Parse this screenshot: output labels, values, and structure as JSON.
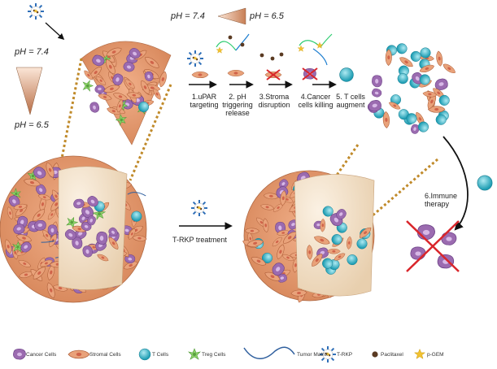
{
  "ph_top": {
    "left": "pH = 7.4",
    "right": "pH = 6.5"
  },
  "ph_side": {
    "top": "pH = 7.4",
    "bottom": "pH = 6.5"
  },
  "steps": [
    {
      "label": "1.uPAR\ntargeting"
    },
    {
      "label": "2. pH\ntriggering\nrelease"
    },
    {
      "label": "3.Stroma\ndisruption"
    },
    {
      "label": "4.Cancer\ncells killing"
    },
    {
      "label": "5. T cells\naugment"
    }
  ],
  "treatment_label": "T-RKP treatment",
  "immune_label": "6.Immune\ntherapy",
  "legend": [
    {
      "label": "Cancer Cells",
      "icon": "cancer-cell-icon"
    },
    {
      "label": "Stromal Cells",
      "icon": "stromal-cell-icon"
    },
    {
      "label": "T Cells",
      "icon": "t-cell-icon"
    },
    {
      "label": "Treg Cells",
      "icon": "treg-cell-icon"
    },
    {
      "label": "Tumor Matrix",
      "icon": "tumor-matrix-icon"
    },
    {
      "label": "T-RKP",
      "icon": "t-rkp-icon"
    },
    {
      "label": "Paclitaxel",
      "icon": "paclitaxel-icon"
    },
    {
      "label": "p-GEM",
      "icon": "p-gem-icon"
    }
  ],
  "colors": {
    "stromal": "#e9a27a",
    "cancer": "#9b6bb0",
    "tcell": "#35b8cc",
    "treg": "#8fd46b",
    "matrix": "#2f5f9e",
    "paclitaxel": "#5a3a22",
    "pgem": "#f2c230",
    "dotted": "#c08a2a"
  }
}
